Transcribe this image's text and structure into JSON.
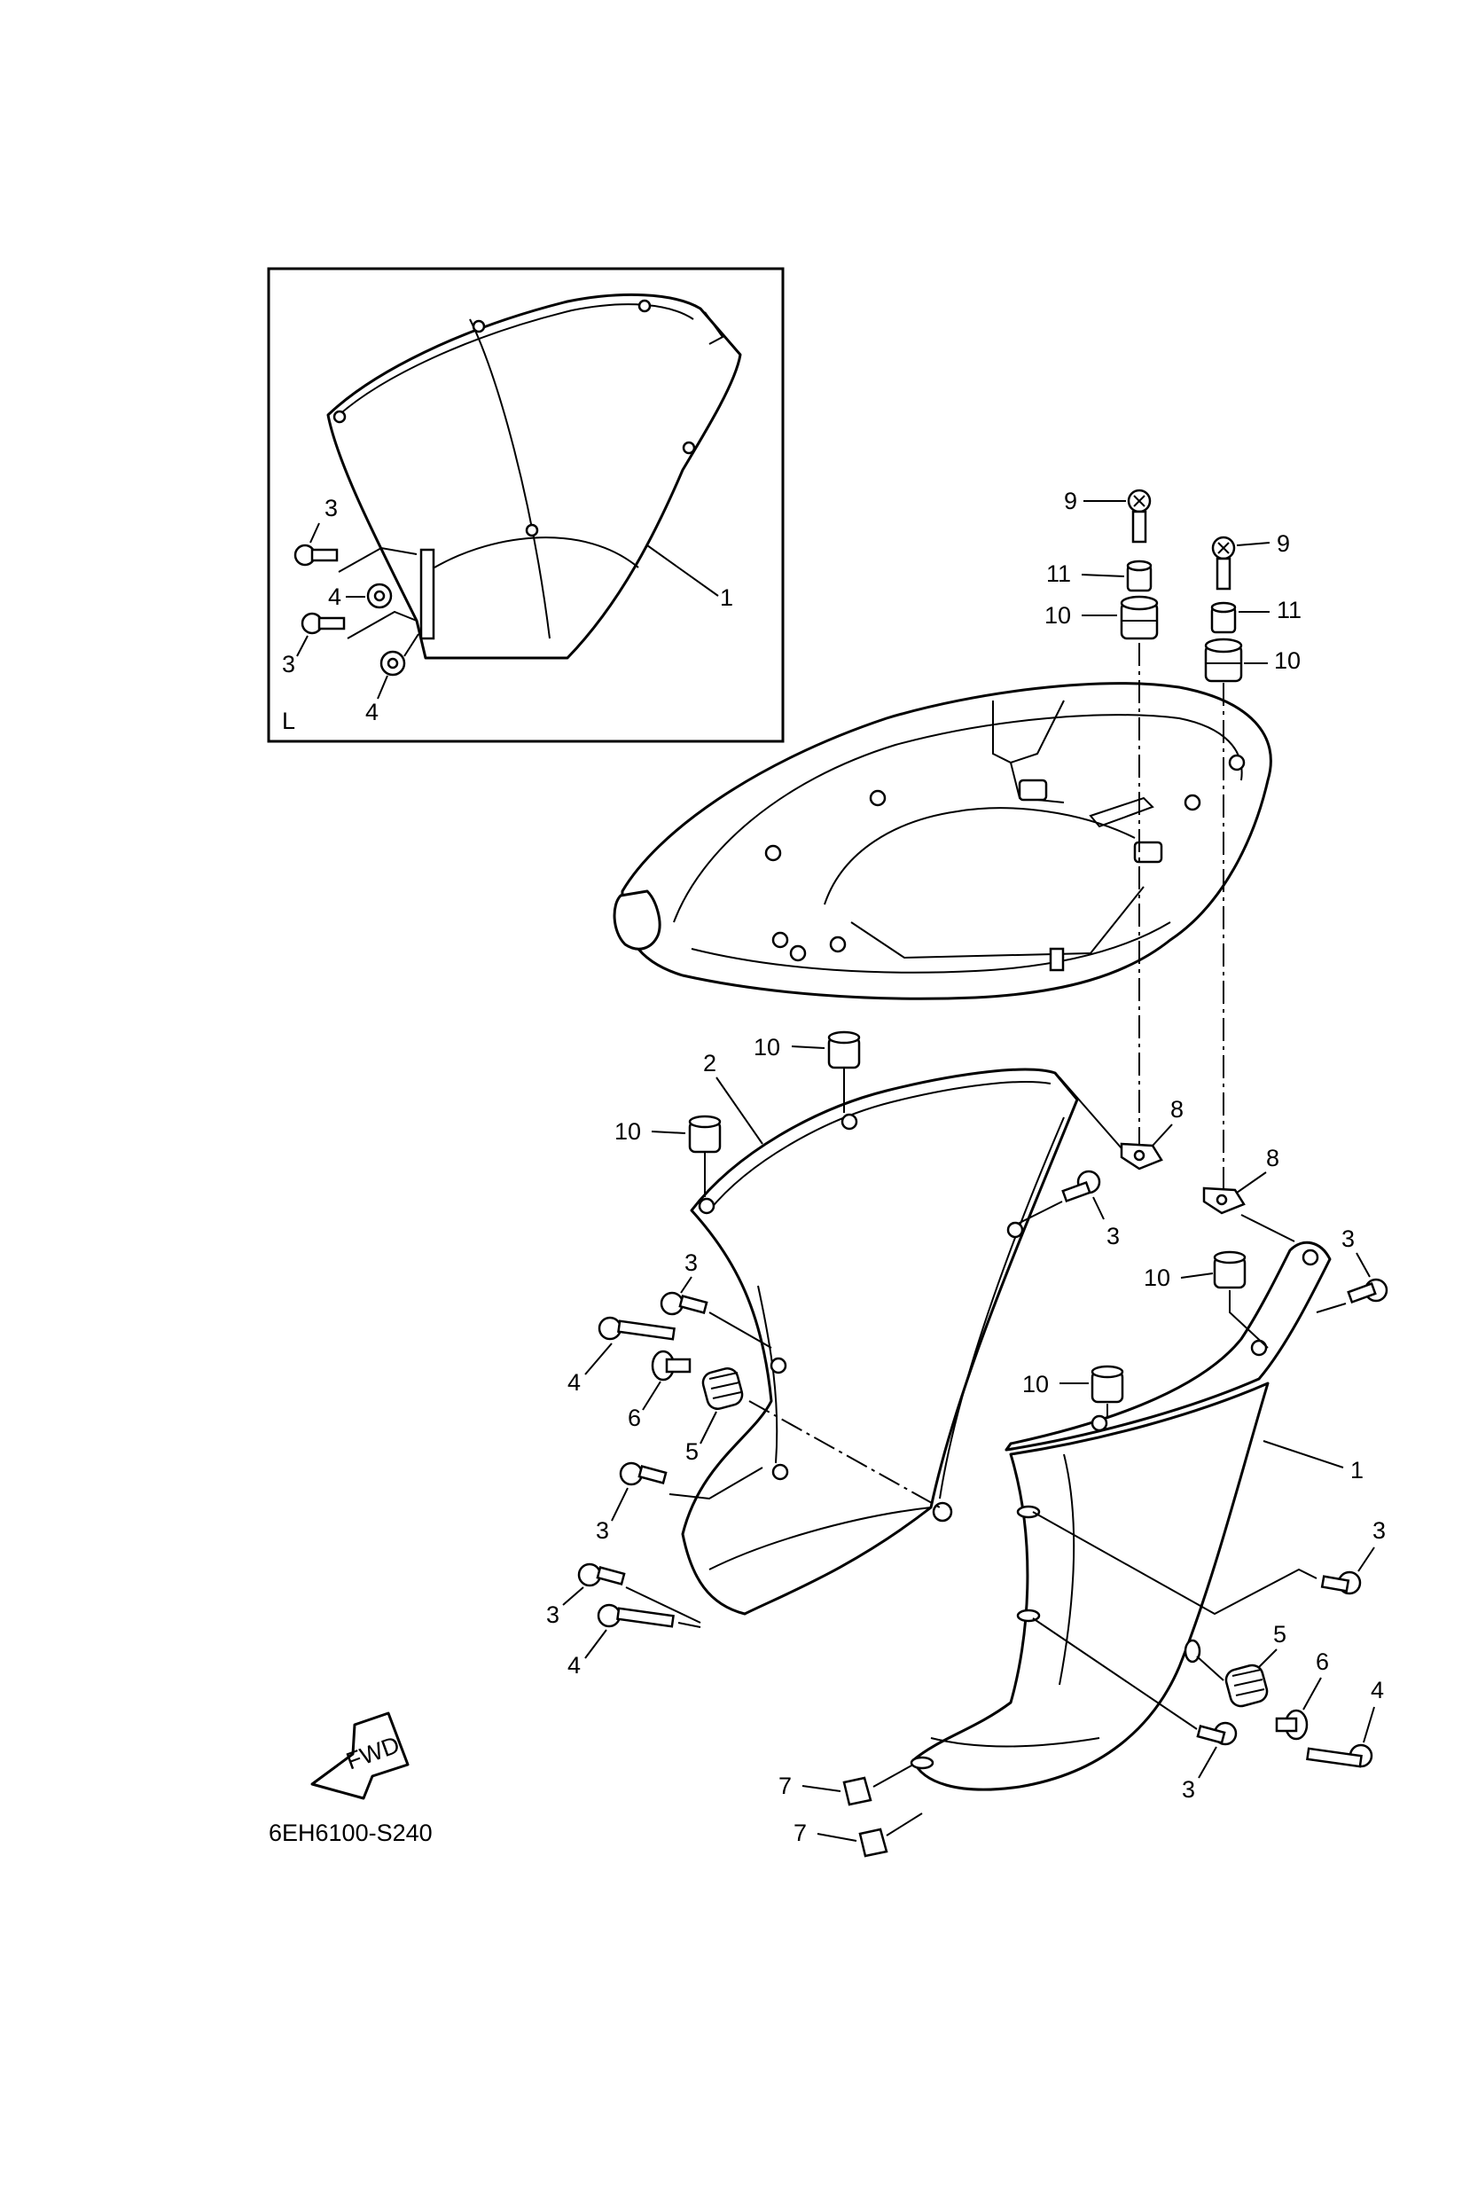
{
  "diagram_code": "6EH6100-S240",
  "inset_label": "L",
  "fwd_label": "FWD",
  "callouts": {
    "inset_cover": "1",
    "inset_bolt_a": "3",
    "inset_nut_a": "4",
    "inset_bolt_b": "3",
    "inset_nut_b": "4",
    "screw_left": "9",
    "collar_left": "11",
    "grommet_left": "10",
    "screw_right": "9",
    "collar_right": "11",
    "grommet_right": "10",
    "grommet_top": "10",
    "cover_port": "2",
    "grommet_port": "10",
    "nut_left": "8",
    "nut_right": "8",
    "bolt_center": "3",
    "bolt_right_top": "3",
    "grommet_mid": "10",
    "grommet_lower": "10",
    "bolt_port_a": "3",
    "bolt_long_a": "4",
    "washer_a": "6",
    "damper_a": "5",
    "cover_starboard": "1",
    "bolt_port_b": "3",
    "bolt_stbd": "3",
    "bolt_port_c": "3",
    "bolt_long_b": "4",
    "damper_b": "5",
    "washer_b": "6",
    "bolt_long_c": "4",
    "bolt_stbd_low": "3",
    "clip_a": "7",
    "clip_b": "7"
  }
}
